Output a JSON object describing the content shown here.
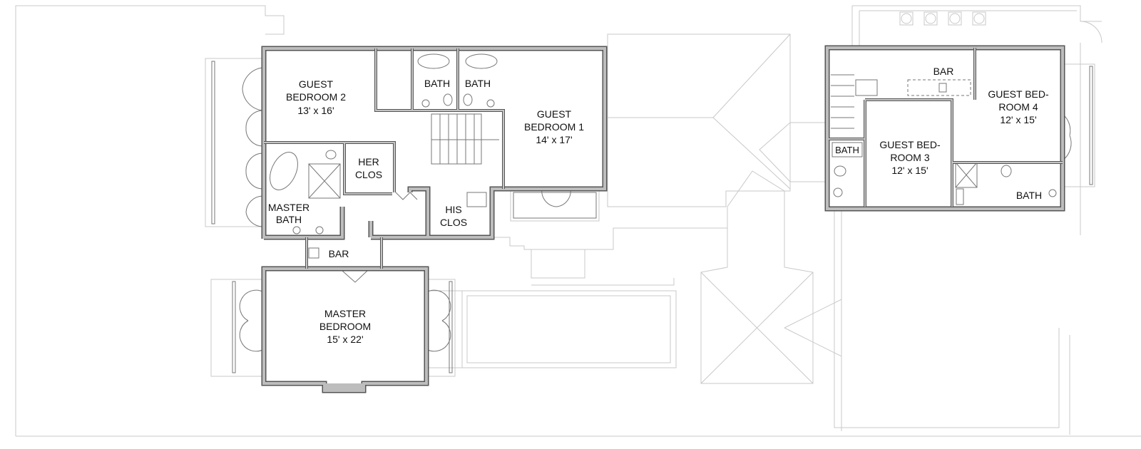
{
  "plan": {
    "rooms": {
      "guest_bedroom_2": {
        "name_line1": "GUEST",
        "name_line2": "BEDROOM 2",
        "size": "13' x 16'"
      },
      "guest_bedroom_1": {
        "name_line1": "GUEST",
        "name_line2": "BEDROOM 1",
        "size": "14' x 17'"
      },
      "bath_a": "BATH",
      "bath_b": "BATH",
      "her_closet": {
        "line1": "HER",
        "line2": "CLOS"
      },
      "his_closet": {
        "line1": "HIS",
        "line2": "CLOS"
      },
      "master_bath": {
        "line1": "MASTER",
        "line2": "BATH"
      },
      "bar_main": "BAR",
      "master_bedroom": {
        "name_line1": "MASTER",
        "name_line2": "BEDROOM",
        "size": "15' x 22'"
      },
      "bar_guest": "BAR",
      "guest_bedroom_4": {
        "name_line1": "GUEST BED-",
        "name_line2": "ROOM 4",
        "size": "12' x 15'"
      },
      "guest_bedroom_3": {
        "name_line1": "GUEST BED-",
        "name_line2": "ROOM 3",
        "size": "12' x 15'"
      },
      "bath_guest_3": "BATH",
      "bath_guest_4": "BATH"
    },
    "colors": {
      "wall_outline": "#555555",
      "wall_fill": "#bdbdbd",
      "context_lines": "#c8c8c8"
    }
  }
}
